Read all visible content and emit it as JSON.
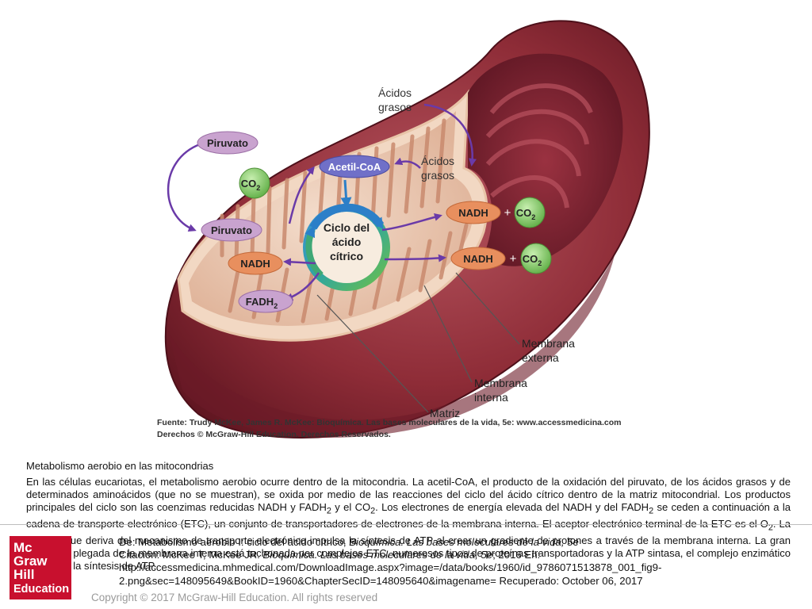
{
  "figure": {
    "labels": {
      "acidos_grasos_top": [
        "Ácidos",
        "grasos"
      ],
      "acidos_grasos_mid": [
        "Ácidos",
        "grasos"
      ],
      "piruvato_top": "Piruvato",
      "piruvato_bottom": "Piruvato",
      "acetil_coa": "Acetil-CoA",
      "co2": "CO",
      "co2_sub": "2",
      "ciclo": [
        "Ciclo del",
        "ácido",
        "cítrico"
      ],
      "nadh": "NADH",
      "fadh2": "FADH",
      "fadh2_sub": "2",
      "plus": "+",
      "membrana_externa": [
        "Membrana",
        "externa"
      ],
      "membrana_interna": [
        "Membrana",
        "interna"
      ],
      "matriz": "Matriz"
    },
    "source_line1": "Fuente: Trudy McKee, James R. McKee: Bioquímica. Las bases moleculares de la vida, 5e: www.accessmedicina.com",
    "source_line2": "Derechos © McGraw-Hill Education. Derechos Reservados.",
    "colors": {
      "piruvato": "#c9a3cf",
      "acetil": "#7070c8",
      "nadh": "#e88f5e",
      "fadh2": "#c9a3cf",
      "co2": "#8fcf6e",
      "membrane": "#8b2a35",
      "arrow": "#6a3aa8"
    }
  },
  "caption": {
    "title": "Metabolismo aerobio en las mitocondrias",
    "body_parts": [
      " En las células eucariotas, el metabolismo aerobio ocurre dentro de la mitocondria. La acetil-CoA, el producto de la oxidación del piruvato, de los ácidos grasos y de determinados aminoácidos (que no se muestran), se oxida por medio de las reacciones del ciclo del ácido cítrico dentro de la matriz mitocondrial. Los productos principales del ciclo son las coenzimas reducidas NADH y FADH",
      "2",
      " y el CO",
      "2",
      ". Los electrones de energía elevada del NADH y del FADH",
      "2",
      " se ceden a continuación a la cadena de transporte electrónico (ETC), un conjunto de transportadores de electrones de la membrana interna. El aceptor electrónico terminal de la ETC es el O",
      "2",
      ". La energía que deriva del mecanismo de transporte electrónico impulsa la síntesis de ATP al crear un gradiente de protones a través de la membrana interna. La gran superficie plegada de la membrana interna está tachonada por complejos ETC, numerosos tipos de proteínas transportadoras y la ATP sintasa, el complejo enzimático causal de la síntesis de ATP."
    ]
  },
  "citation": {
    "de_prefix": "De: Metabolismo aerobio I: ciclo del ácido cítrico, ",
    "de_italic": "Bioquímica. Las bases moleculares de la vida, 5e",
    "cita_prefix": "Citación: McKee T, McKee JR. ",
    "cita_italic": "Bioquímica. Las bases moleculares de la vida, 5e",
    "cita_rest": "; 2016 En:",
    "url_line1": "http://accessmedicina.mhmedical.com/DownloadImage.aspx?image=/data/books/1960/id_9786071513878_001_fig9-",
    "url_line2": "2.png&sec=148095649&BookID=1960&ChapterSecID=148095640&imagename= Recuperado: October 06, 2017"
  },
  "copyright": "Copyright © 2017 McGraw-Hill Education. All rights reserved",
  "logo": {
    "lines": [
      "Mc",
      "Graw",
      "Hill"
    ],
    "edu": "Education"
  }
}
